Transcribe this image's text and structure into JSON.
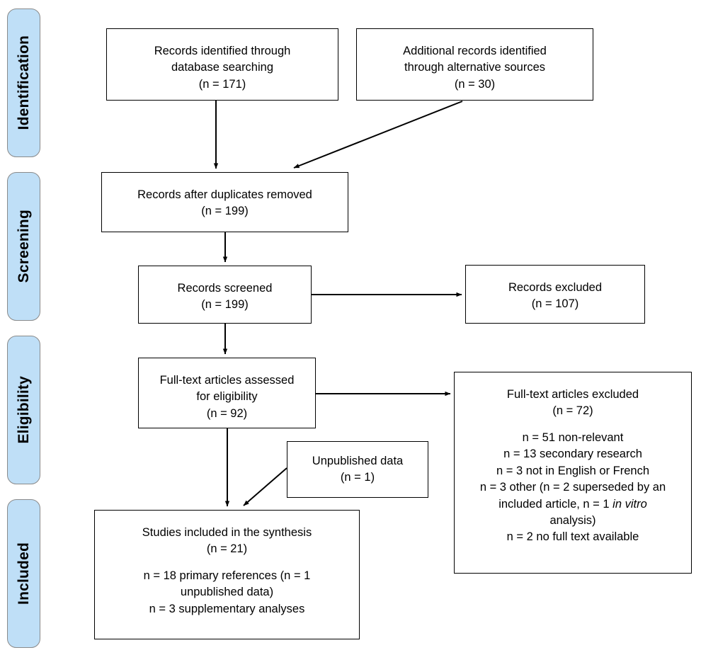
{
  "diagram": {
    "type": "prisma-flow-diagram",
    "accent_color": "#bfdff7",
    "border_color": "#000000",
    "pill_border_color": "#8a8a8a",
    "background": "#ffffff"
  },
  "stages": [
    {
      "id": "identification",
      "label": "Identification"
    },
    {
      "id": "screening",
      "label": "Screening"
    },
    {
      "id": "eligibility",
      "label": "Eligibility"
    },
    {
      "id": "included",
      "label": "Included"
    }
  ],
  "boxes": {
    "records_identified": {
      "text": "Records identified through\ndatabase searching\n(n = 171)",
      "n": 171
    },
    "additional_records": {
      "text": "Additional records identified\nthrough alternative sources\n(n = 30)",
      "n": 30
    },
    "after_duplicates": {
      "text": "Records after duplicates removed\n(n = 199)",
      "n": 199
    },
    "records_screened": {
      "text": "Records screened\n(n = 199)",
      "n": 199
    },
    "records_excluded": {
      "text": "Records excluded\n(n = 107)",
      "n": 107
    },
    "fulltext_assessed": {
      "text": "Full-text articles assessed\nfor eligibility\n(n = 92)",
      "n": 92
    },
    "unpublished_data": {
      "text": "Unpublished data\n(n = 1)",
      "n": 1
    },
    "fulltext_excluded": {
      "heading": "Full-text articles excluded\n(n = 72)",
      "n": 72,
      "reason_line_1": "n = 51 non-relevant",
      "reason_line_2": "n = 13 secondary research",
      "reason_line_3": "n = 3 not in English or French",
      "reason_line_4a": "n = 3 other (n = 2 superseded by an\nincluded article, n = 1 ",
      "reason_line_4_italic": "in vitro",
      "reason_line_4b": "\nanalysis)",
      "reason_line_5": "n = 2 no full text available"
    },
    "studies_included": {
      "heading": "Studies included in the synthesis\n(n = 21)",
      "n": 21,
      "detail_line_1": "n = 18 primary references (n = 1\nunpublished data)",
      "detail_line_2": "n = 3 supplementary analyses"
    }
  },
  "connectors": [
    {
      "id": "identified-to-duplicates",
      "kind": "arrow-down"
    },
    {
      "id": "additional-to-duplicates",
      "kind": "arrow-diagonal-down-left"
    },
    {
      "id": "duplicates-to-screened",
      "kind": "arrow-down"
    },
    {
      "id": "screened-to-excluded",
      "kind": "arrow-right"
    },
    {
      "id": "screened-to-fulltext",
      "kind": "arrow-down"
    },
    {
      "id": "fulltext-to-fulltext-excluded",
      "kind": "arrow-right"
    },
    {
      "id": "fulltext-to-included",
      "kind": "arrow-down"
    },
    {
      "id": "unpublished-to-included",
      "kind": "arrow-diagonal-down-left"
    }
  ]
}
